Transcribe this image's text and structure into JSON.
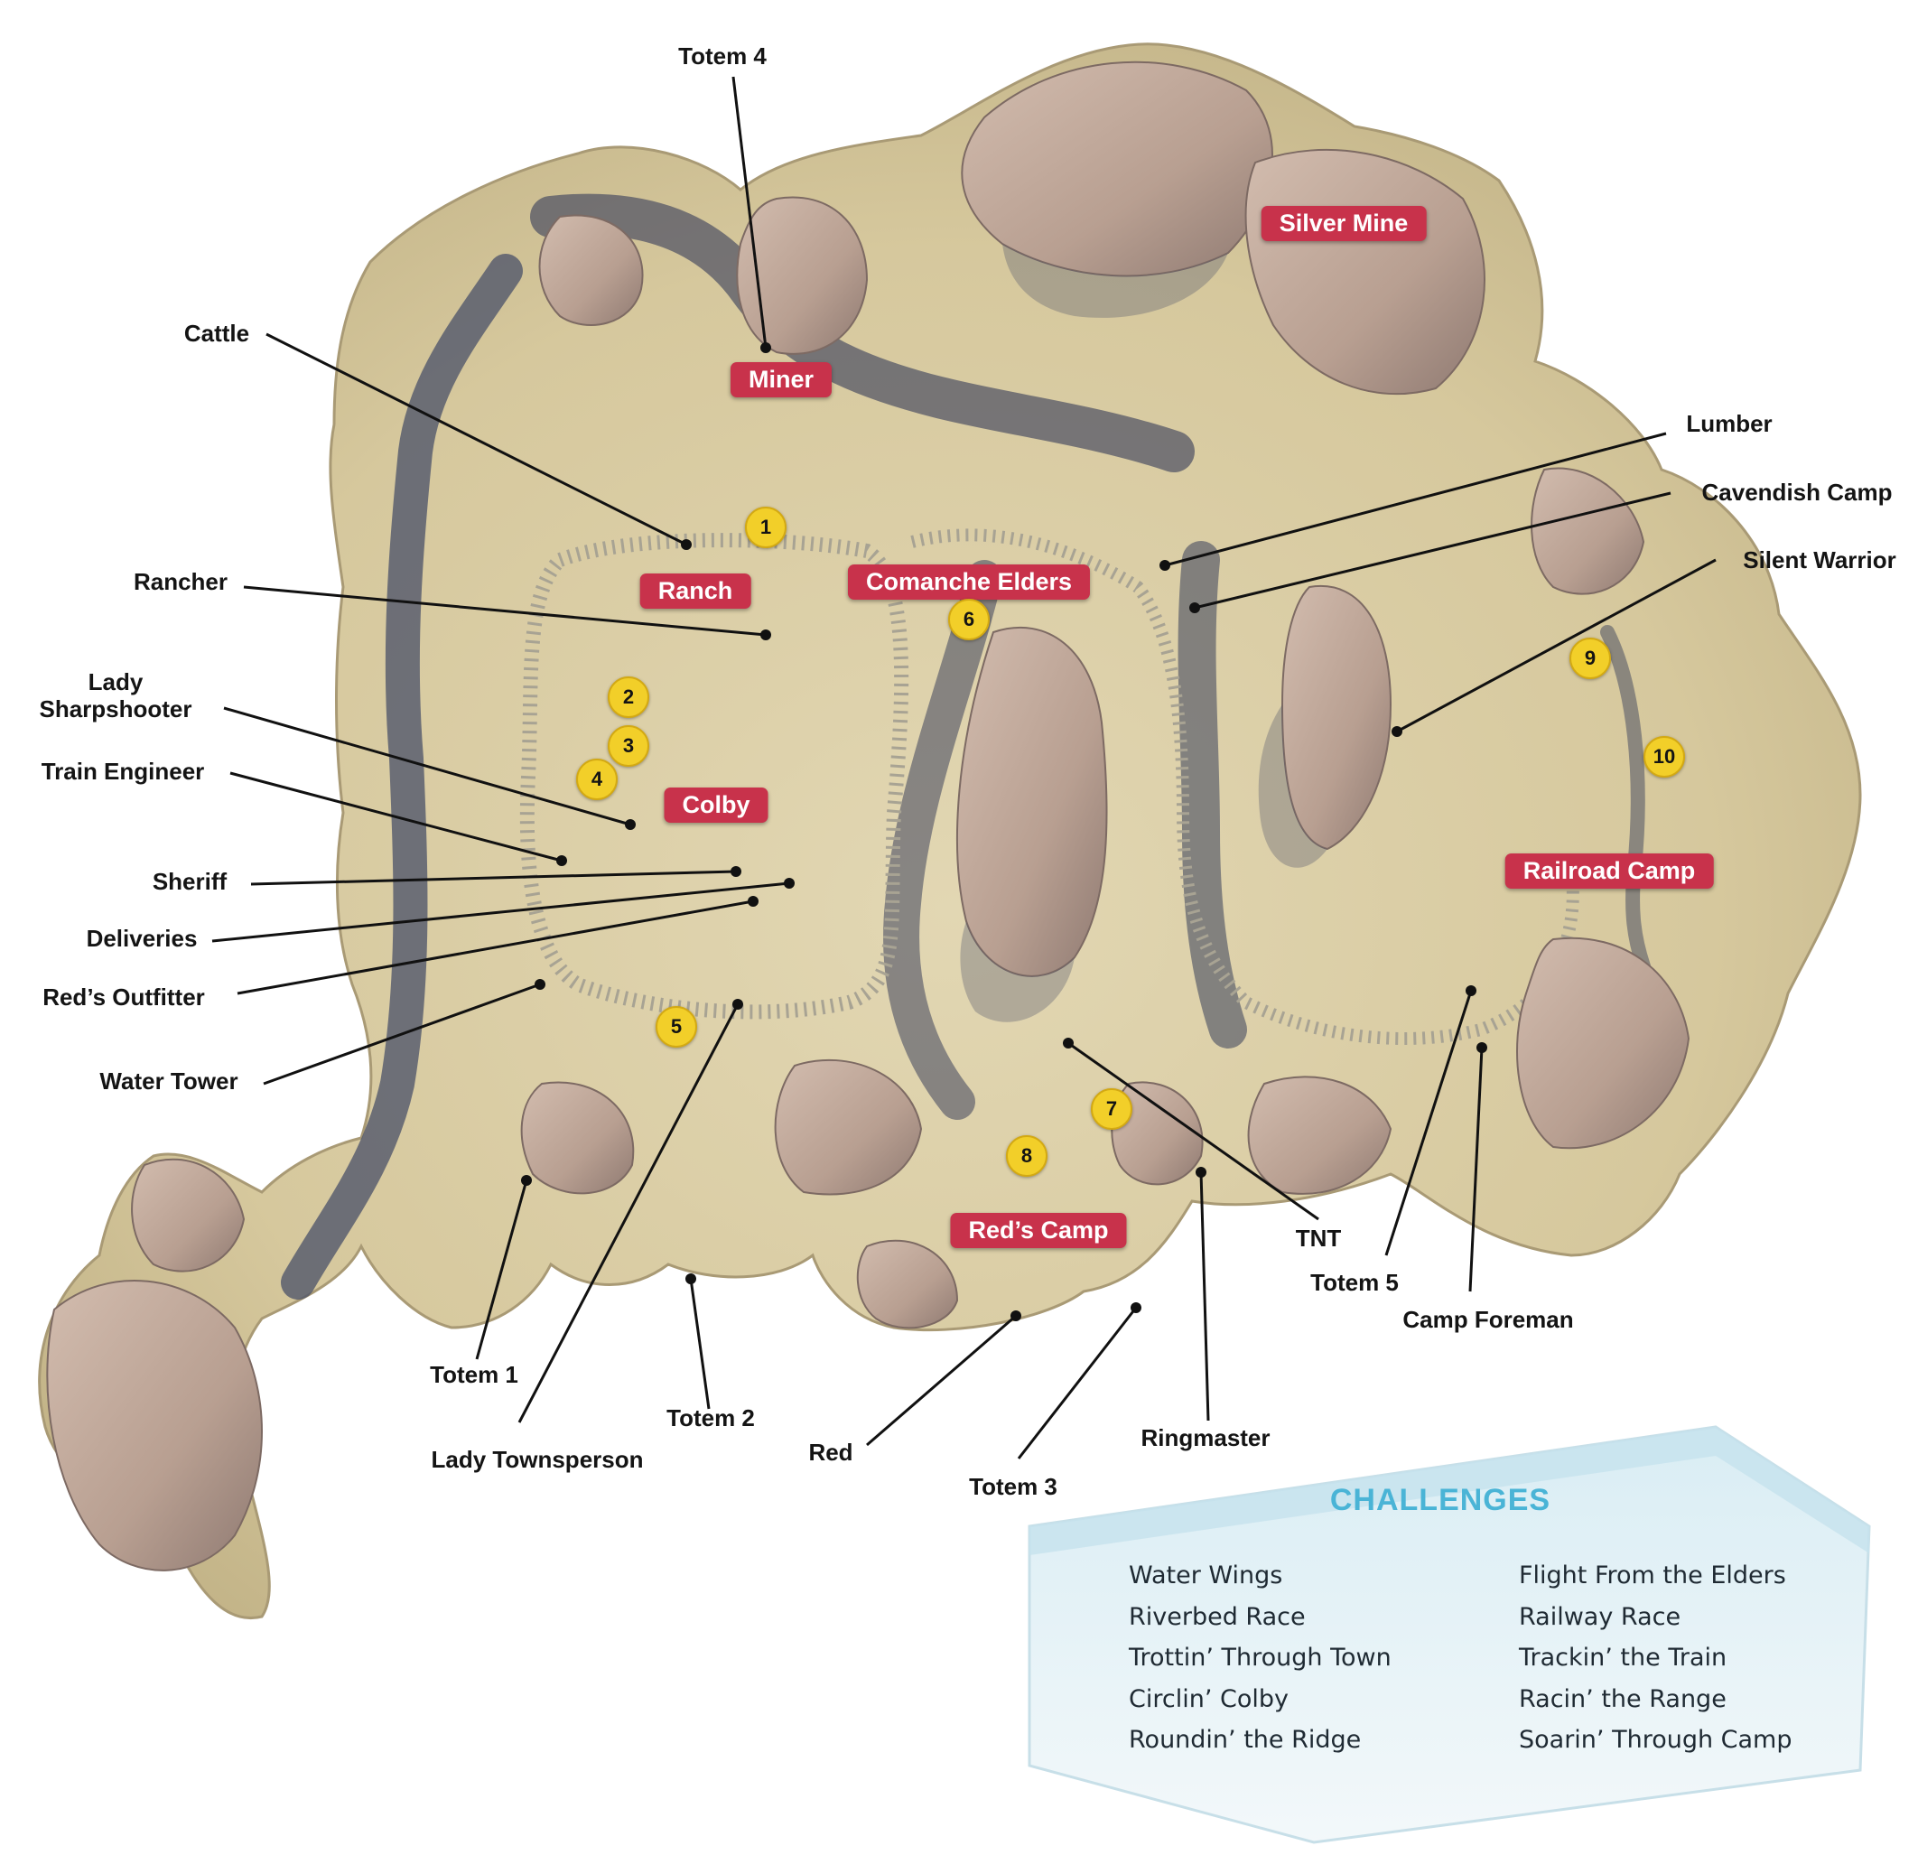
{
  "map": {
    "colors": {
      "area_label_bg": "#c8324b",
      "number_marker": "#f2cf29",
      "terrain_sand": "#d8cba2",
      "rock": "#bfa79a",
      "shadow": "#4b4f63",
      "challenges_title": "#4ab4d6"
    },
    "area_labels": [
      {
        "id": "silver-mine",
        "text": "Silver Mine"
      },
      {
        "id": "miner",
        "text": "Miner"
      },
      {
        "id": "ranch",
        "text": "Ranch"
      },
      {
        "id": "comanche-elders",
        "text": "Comanche Elders"
      },
      {
        "id": "colby",
        "text": "Colby"
      },
      {
        "id": "railroad-camp",
        "text": "Railroad Camp"
      },
      {
        "id": "reds-camp",
        "text": "Red’s Camp"
      }
    ],
    "callouts": [
      {
        "id": "totem-4",
        "text": "Totem 4"
      },
      {
        "id": "cattle",
        "text": "Cattle"
      },
      {
        "id": "rancher",
        "text": "Rancher"
      },
      {
        "id": "lady-sharpshooter",
        "text": "Lady\nSharpshooter"
      },
      {
        "id": "train-engineer",
        "text": "Train Engineer"
      },
      {
        "id": "sheriff",
        "text": "Sheriff"
      },
      {
        "id": "deliveries",
        "text": "Deliveries"
      },
      {
        "id": "reds-outfitter",
        "text": "Red’s Outfitter"
      },
      {
        "id": "water-tower",
        "text": "Water Tower"
      },
      {
        "id": "lumber",
        "text": "Lumber"
      },
      {
        "id": "cavendish-camp",
        "text": "Cavendish Camp"
      },
      {
        "id": "silent-warrior",
        "text": "Silent Warrior"
      },
      {
        "id": "tnt",
        "text": "TNT"
      },
      {
        "id": "totem-5",
        "text": "Totem 5"
      },
      {
        "id": "camp-foreman",
        "text": "Camp Foreman"
      },
      {
        "id": "totem-1",
        "text": "Totem 1"
      },
      {
        "id": "lady-townsperson",
        "text": "Lady Townsperson"
      },
      {
        "id": "totem-2",
        "text": "Totem 2"
      },
      {
        "id": "red",
        "text": "Red"
      },
      {
        "id": "totem-3",
        "text": "Totem 3"
      },
      {
        "id": "ringmaster",
        "text": "Ringmaster"
      }
    ],
    "numbers": [
      "1",
      "2",
      "3",
      "4",
      "5",
      "6",
      "7",
      "8",
      "9",
      "10"
    ]
  },
  "challenges": {
    "title": "CHALLENGES",
    "left": [
      "Water Wings",
      "Riverbed Race",
      "Trottin’ Through Town",
      "Circlin’ Colby",
      "Roundin’ the Ridge"
    ],
    "right": [
      "Flight From the Elders",
      "Railway Race",
      "Trackin’ the Train",
      "Racin’ the Range",
      "Soarin’ Through Camp"
    ]
  }
}
